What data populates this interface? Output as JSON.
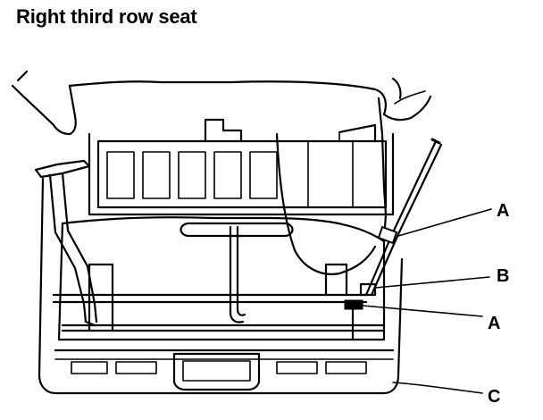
{
  "title": "Right third row seat",
  "callouts": [
    {
      "id": "A",
      "label": "A"
    },
    {
      "id": "B",
      "label": "B"
    },
    {
      "id": "A2",
      "label": "A"
    },
    {
      "id": "C",
      "label": "C"
    }
  ]
}
